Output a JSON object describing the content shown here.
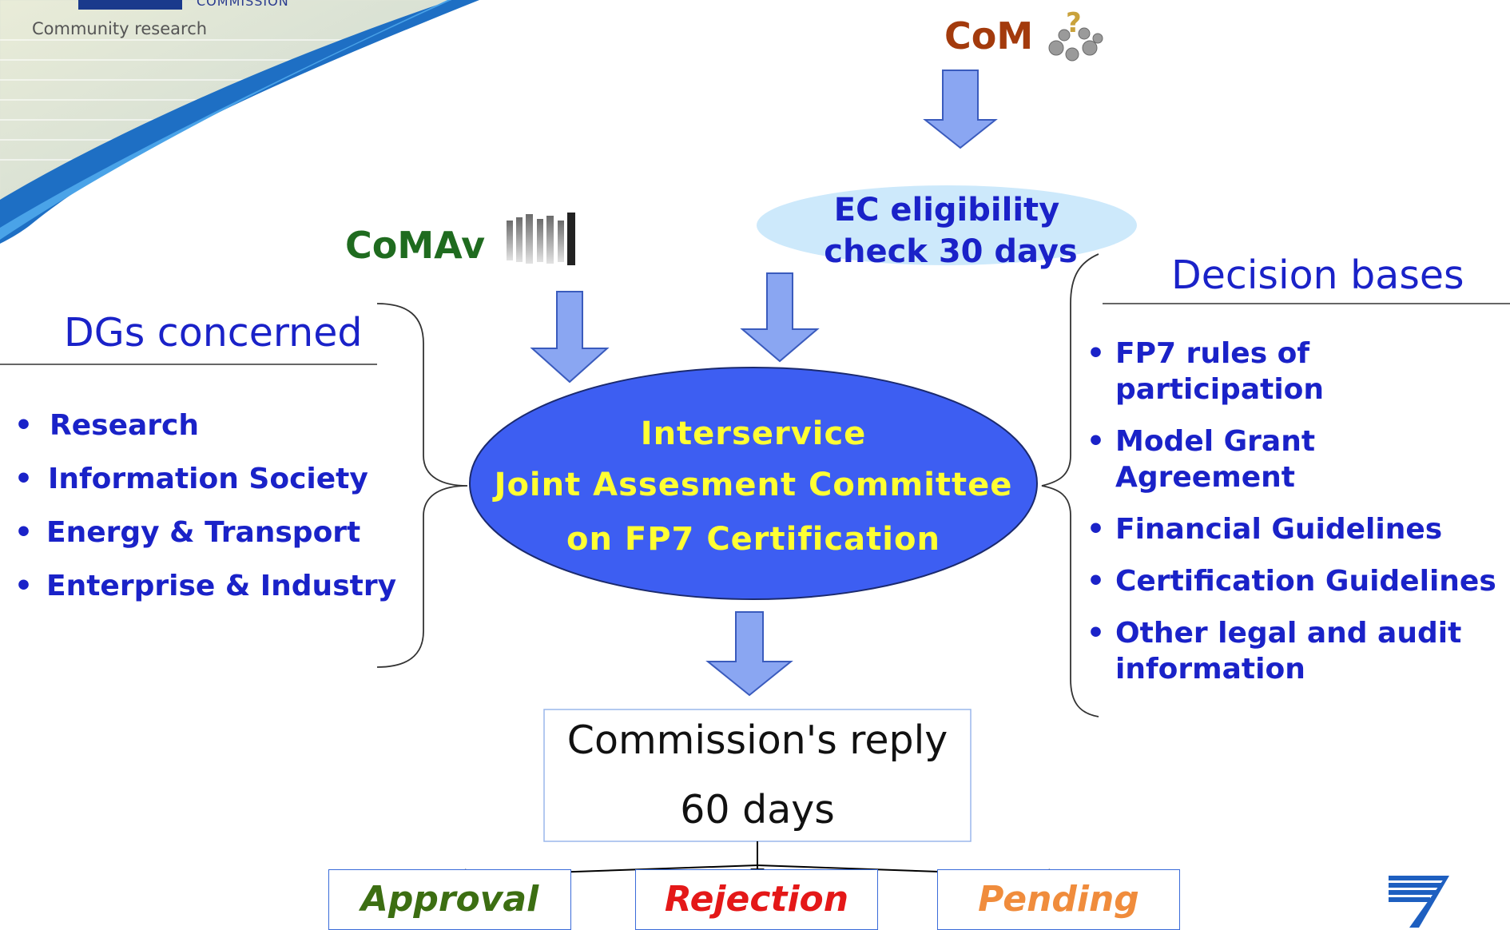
{
  "header": {
    "org_text": "COMMISSION",
    "subtitle": "Community research"
  },
  "com": {
    "label": "CoM",
    "icon": "puzzle-question-icon"
  },
  "comav": {
    "label": "CoMAv",
    "icon": "people-group-icon"
  },
  "eligibility": {
    "line1": "EC eligibility",
    "line2": "check 30 days"
  },
  "committee": {
    "line1": "Interservice",
    "line2": "Joint Assesment Committee",
    "line3": "on FP7 Certification"
  },
  "dgs": {
    "title": "DGs concerned",
    "items": [
      "Research",
      "Information Society",
      "Energy & Transport",
      "Enterprise & Industry"
    ]
  },
  "decision": {
    "title": "Decision bases",
    "items": [
      [
        "FP7 rules of",
        "participation"
      ],
      [
        "Model Grant",
        "Agreement"
      ],
      [
        "Financial Guidelines"
      ],
      [
        "Certification Guidelines"
      ],
      [
        "Other legal and audit",
        "information"
      ]
    ]
  },
  "reply": {
    "line1": "Commission's reply",
    "line2": "60 days"
  },
  "outcomes": [
    {
      "label": "Approval",
      "color": "#3c6e12"
    },
    {
      "label": "Rejection",
      "color": "#e41818"
    },
    {
      "label": "Pending",
      "color": "#f08c3c"
    }
  ],
  "colors": {
    "arrow_fill": "#8aa6f2",
    "arrow_stroke": "#3a5bbd",
    "ellipse_fill": "#3d5ef2",
    "committee_text": "#ffff33",
    "eligibility_fill": "#cde9fb",
    "com_color": "#a33a0c",
    "comav_color": "#1f6b1f"
  },
  "footer": {
    "logo": "fp7-logo-icon"
  }
}
